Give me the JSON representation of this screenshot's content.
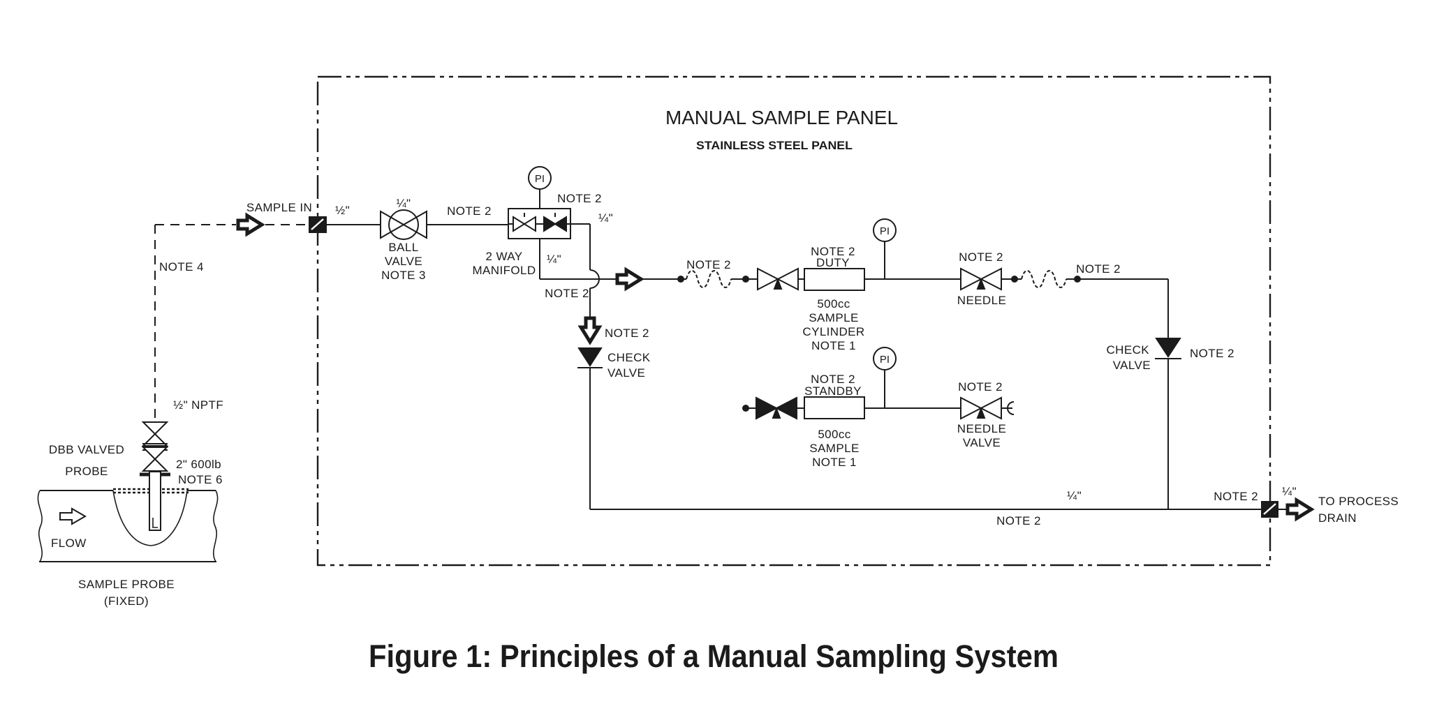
{
  "figure_caption": "Figure 1: Principles of a Manual Sampling System",
  "panel": {
    "title": "MANUAL SAMPLE PANEL",
    "subtitle": "STAINLESS STEEL PANEL"
  },
  "common": {
    "note_1": "NOTE 1",
    "note_2": "NOTE 2",
    "quarter_inch": "¼\"",
    "half_inch": "½\"",
    "gauge_tag": "PI",
    "check": "CHECK",
    "valve": "VALVE",
    "needle": "NEEDLE",
    "sample": "SAMPLE",
    "volume_500cc": "500cc"
  },
  "inlet": {
    "sample_in": "SAMPLE IN",
    "note_4": "NOTE 4",
    "ball_valve": [
      "BALL",
      "VALVE",
      "NOTE 3"
    ]
  },
  "manifold": {
    "label": [
      "2 WAY",
      "MANIFOLD"
    ]
  },
  "duty": {
    "duty": "DUTY",
    "cylinder": "CYLINDER"
  },
  "standby": {
    "standby": "STANDBY"
  },
  "probe": {
    "connection": "½\" NPTF",
    "dbb": [
      "DBB VALVED",
      "PROBE"
    ],
    "rating": "2\" 600lb",
    "note_6": "NOTE 6",
    "flow": "FLOW",
    "caption": [
      "SAMPLE PROBE",
      "(FIXED)"
    ]
  },
  "outlet": {
    "to_process": "TO PROCESS",
    "drain": "DRAIN"
  },
  "colors": {
    "ink": "#1b1b1b",
    "paper": "#ffffff"
  }
}
